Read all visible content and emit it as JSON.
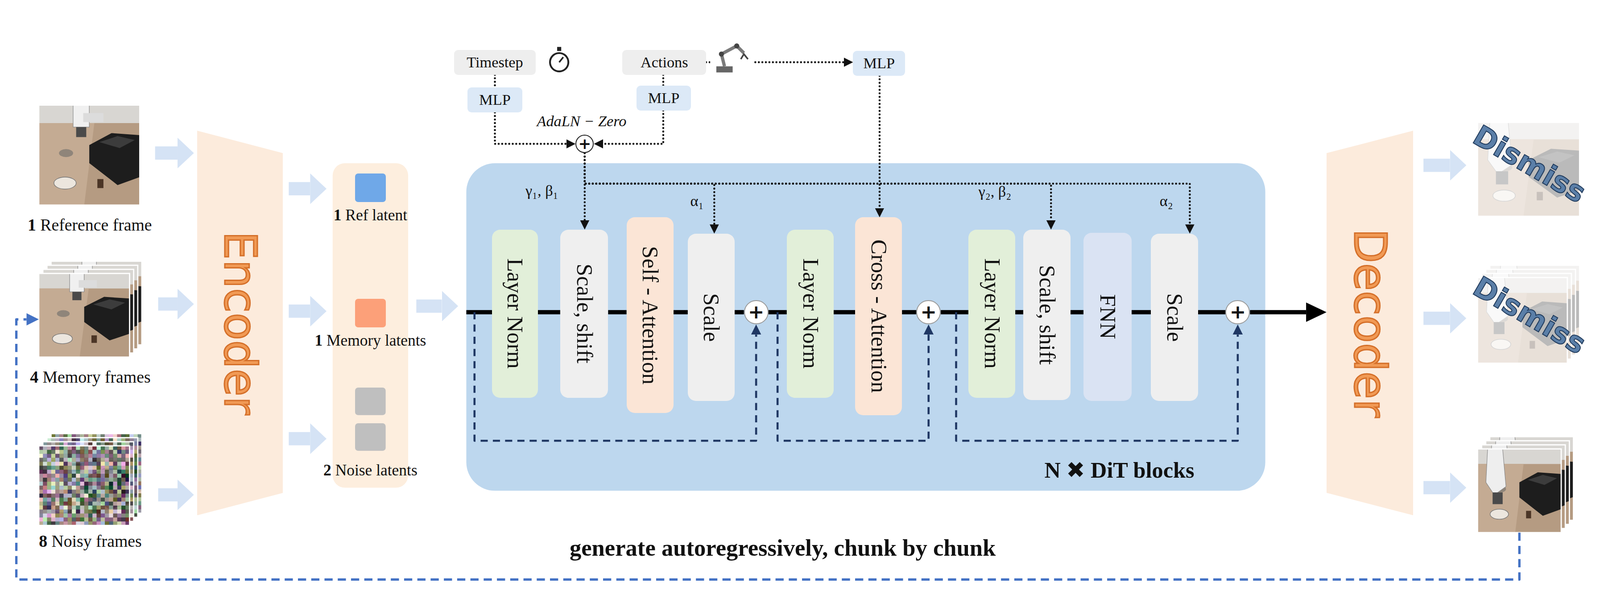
{
  "diagram": {
    "nodes": [
      {
        "text": [
          "1 Reference frame"
        ]
      },
      {
        "text": [
          "4 Memory frames"
        ]
      },
      {
        "text": [
          "8 Noisy frames"
        ]
      },
      {
        "text": [
          "Encoder"
        ]
      },
      {
        "text": []
      },
      {
        "text": [
          "1 Ref latent"
        ],
        "in": 4
      },
      {
        "text": [
          "1 Memory latents"
        ],
        "in": 4
      },
      {
        "text": [
          "2 Noise latents"
        ],
        "in": 4
      },
      {
        "text": [
          "Timestep"
        ]
      },
      {
        "text": [
          "MLP"
        ]
      },
      {
        "text": [
          "Actions"
        ]
      },
      {
        "text": [
          "MLP"
        ]
      },
      {
        "text": [
          "MLP"
        ]
      },
      {
        "text": [
          "+"
        ]
      },
      {
        "text": [
          "N ✖ DiT blocks"
        ]
      },
      {
        "text": [
          "Layer Norm"
        ],
        "in": 14
      },
      {
        "text": [
          "Scale, shift"
        ],
        "in": 14
      },
      {
        "text": [
          "Self - Attention"
        ],
        "in": 14
      },
      {
        "text": [
          "Scale"
        ],
        "in": 14
      },
      {
        "text": [
          "+"
        ],
        "in": 14
      },
      {
        "text": [
          "Layer Norm"
        ],
        "in": 14
      },
      {
        "text": [
          "Cross - Attention"
        ],
        "in": 14
      },
      {
        "text": [
          "+"
        ],
        "in": 14
      },
      {
        "text": [
          "Layer Norm"
        ],
        "in": 14
      },
      {
        "text": [
          "Scale, shift"
        ],
        "in": 14
      },
      {
        "text": [
          "FNN"
        ],
        "in": 14
      },
      {
        "text": [
          "Scale"
        ],
        "in": 14
      },
      {
        "text": [
          "+"
        ],
        "in": 14
      },
      {
        "text": [
          "Decoder"
        ]
      },
      {
        "text": [
          "Dismiss"
        ]
      },
      {
        "text": [
          "Dismiss"
        ]
      }
    ],
    "edges": [
      {
        "from": 0,
        "to": 3,
        "arrow": "to"
      },
      {
        "from": 1,
        "to": 3,
        "arrow": "to"
      },
      {
        "from": 2,
        "to": 3,
        "arrow": "to"
      },
      {
        "from": 3,
        "to": 4,
        "arrow": "to"
      },
      {
        "from": 3,
        "to": 4,
        "arrow": "to"
      },
      {
        "from": 3,
        "to": 4,
        "arrow": "to"
      },
      {
        "from": 4,
        "to": 14,
        "arrow": "to"
      },
      {
        "from": 8,
        "to": 9,
        "arrow": "none"
      },
      {
        "from": 10,
        "to": 11,
        "arrow": "none"
      },
      {
        "from": 9,
        "to": 13,
        "arrow": "to"
      },
      {
        "from": 11,
        "to": 13,
        "arrow": "to"
      },
      {
        "from": 10,
        "to": 12,
        "arrow": "to"
      },
      {
        "from": 12,
        "to": 21,
        "arrow": "to"
      },
      {
        "from": 13,
        "to": 16,
        "arrow": "to"
      },
      {
        "from": 13,
        "to": 18,
        "arrow": "to"
      },
      {
        "from": 13,
        "to": 24,
        "arrow": "to"
      },
      {
        "from": 13,
        "to": 26,
        "arrow": "to"
      },
      {
        "from": 15,
        "to": 16,
        "arrow": "none"
      },
      {
        "from": 16,
        "to": 17,
        "arrow": "none"
      },
      {
        "from": 17,
        "to": 18,
        "arrow": "none"
      },
      {
        "from": 18,
        "to": 19,
        "arrow": "none"
      },
      {
        "from": 19,
        "to": 20,
        "arrow": "none"
      },
      {
        "from": 20,
        "to": 21,
        "arrow": "none"
      },
      {
        "from": 21,
        "to": 22,
        "arrow": "none"
      },
      {
        "from": 22,
        "to": 23,
        "arrow": "none"
      },
      {
        "from": 23,
        "to": 24,
        "arrow": "none"
      },
      {
        "from": 24,
        "to": 25,
        "arrow": "none"
      },
      {
        "from": 25,
        "to": 26,
        "arrow": "none"
      },
      {
        "from": 26,
        "to": 27,
        "arrow": "none"
      },
      {
        "from": 27,
        "to": 28,
        "arrow": "to"
      },
      {
        "from": 28,
        "to": 29,
        "arrow": "to"
      },
      {
        "from": 28,
        "to": 30,
        "arrow": "to"
      }
    ],
    "labels": [
      "AdaLN − Zero",
      "γ₁, β₁",
      "α₁",
      "γ₂, β₂",
      "α₂",
      "generate autoregressively, chunk by chunk"
    ]
  }
}
